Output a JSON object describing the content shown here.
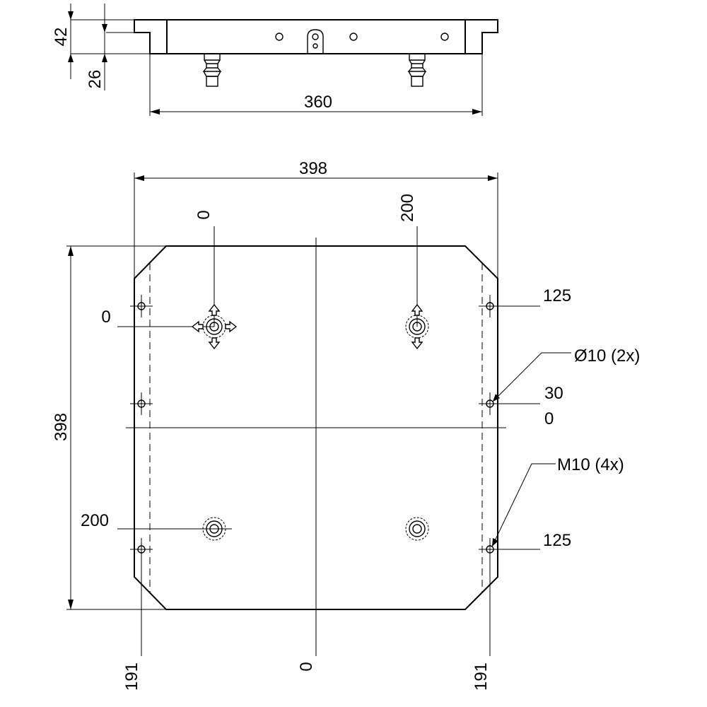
{
  "side_view": {
    "dim_height_total": "42",
    "dim_height_lower": "26",
    "dim_width": "360"
  },
  "top_view": {
    "dim_width": "398",
    "dim_height": "398",
    "coord_x_left_pin": "0",
    "coord_x_right_pin": "200",
    "coord_y_top_pin": "0",
    "coord_y_bottom_pin": "200",
    "coord_right_upper": "125",
    "callout_hole": "Ø10 (2x)",
    "coord_right_30": "30",
    "coord_right_0": "0",
    "callout_thread": "M10 (4x)",
    "coord_right_lower": "125",
    "coord_bottom_left": "191",
    "coord_bottom_center": "0",
    "coord_bottom_right": "191"
  }
}
